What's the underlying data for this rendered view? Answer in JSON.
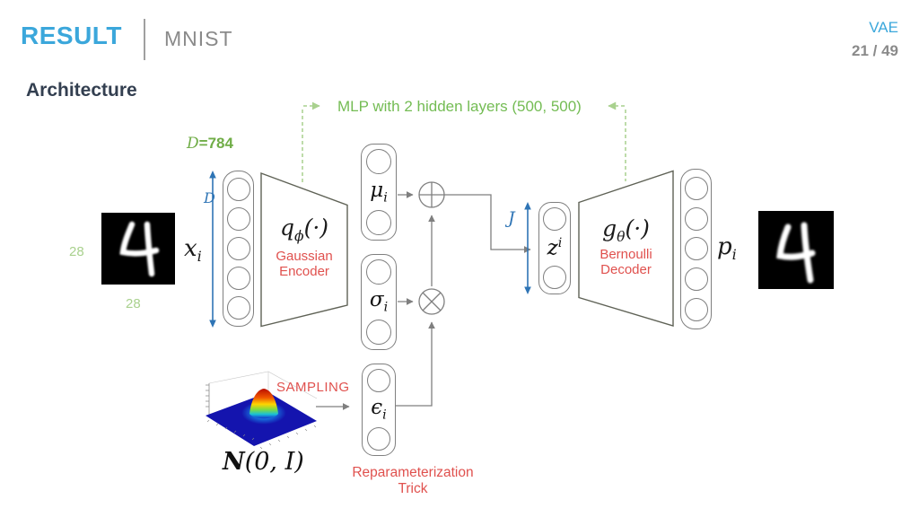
{
  "header": {
    "title": "RESULT",
    "subtitle": "MNIST",
    "tag": "VAE",
    "page": "21 / 49"
  },
  "section": {
    "heading": "Architecture"
  },
  "annotations": {
    "mlp_note": "MLP with 2 hidden layers (500, 500)",
    "input_dim_var": "D",
    "input_dim_value": "=784",
    "dim_arrow_label": "D",
    "latent_arrow_label": "J",
    "image_height_label": "28",
    "image_width_label": "28",
    "sampling": "SAMPLING",
    "noise_n": "N",
    "noise_args": "(0, I)",
    "reparam_line1": "Reparameterization",
    "reparam_line2": "Trick"
  },
  "nodes": {
    "input_label_base": "x",
    "input_label_sub": "i",
    "encoder_q": "q",
    "encoder_phi": "ϕ",
    "encoder_args": "(·)",
    "encoder_name1": "Gaussian",
    "encoder_name2": "Encoder",
    "mu_base": "μ",
    "mu_sub": "i",
    "sigma_base": "σ",
    "sigma_sub": "i",
    "epsilon_base": "ϵ",
    "epsilon_sub": "i",
    "latent_base": "z",
    "latent_sup": "i",
    "decoder_g": "g",
    "decoder_theta": "θ",
    "decoder_args": "(·)",
    "decoder_name1": "Bernoulli",
    "decoder_name2": "Decoder",
    "output_label_base": "p",
    "output_label_sub": "i"
  },
  "layers": {
    "input_nodes": 5,
    "output_nodes": 5,
    "vector_nodes": 2
  },
  "colors": {
    "accent_cyan": "#3BA7DB",
    "green": "#74BC54",
    "light_green": "#A9D18E",
    "red": "#E0514E",
    "blue": "#2E74B5",
    "line_gray": "#7f7f7f",
    "heading_navy": "#333F50",
    "subtitle_gray": "#8A8A8A"
  }
}
